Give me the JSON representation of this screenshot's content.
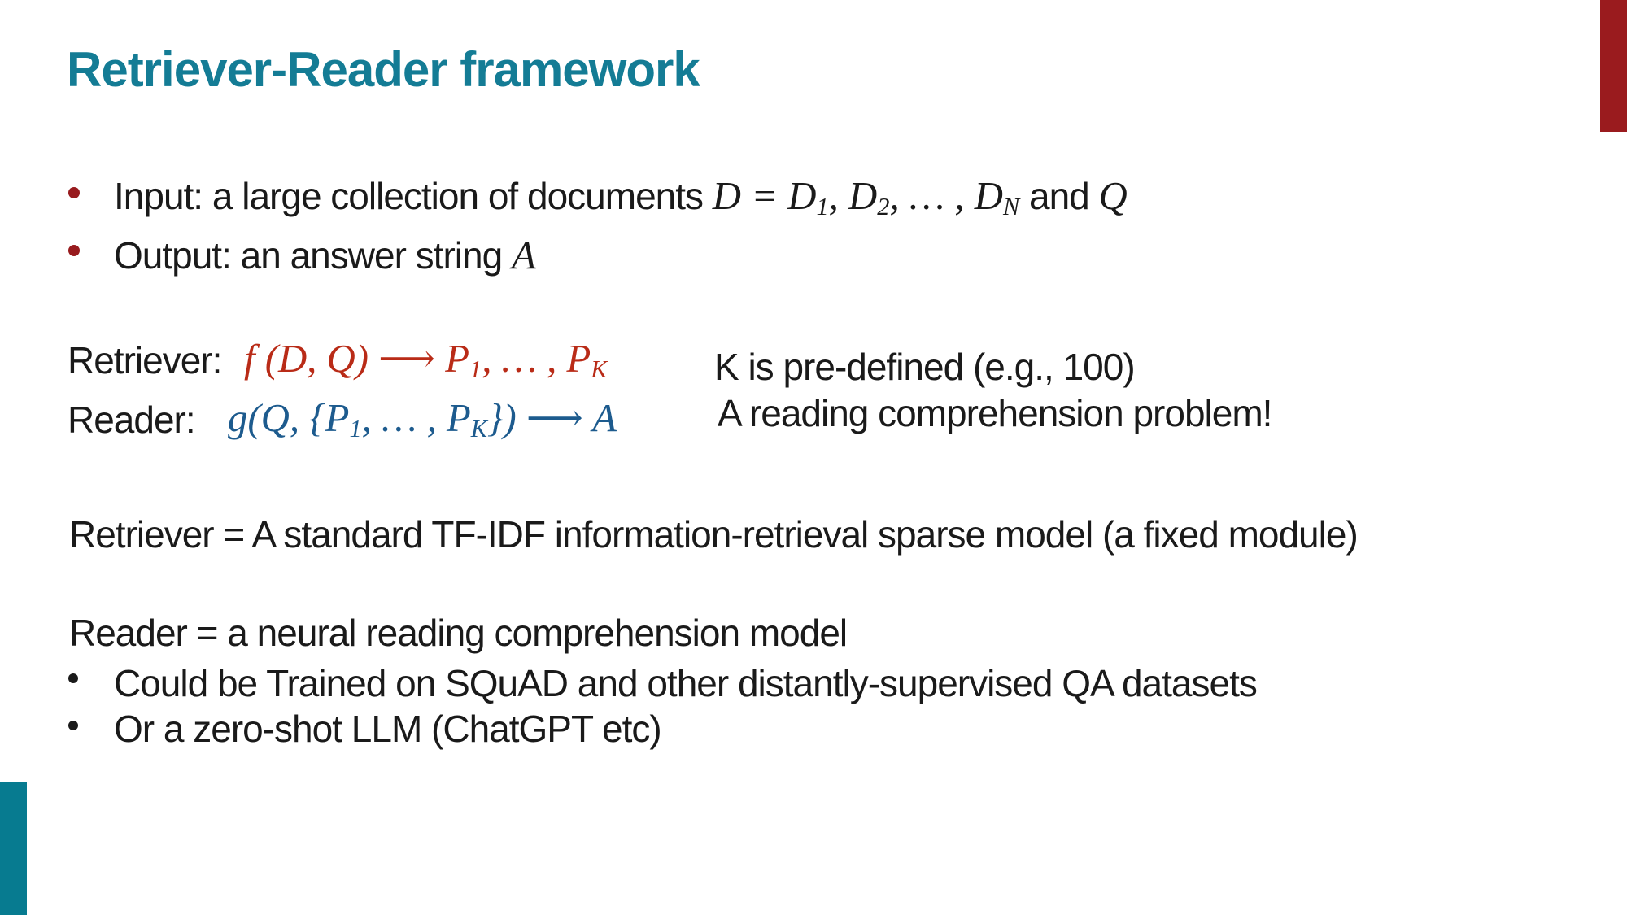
{
  "slide": {
    "title": "Retriever-Reader framework",
    "colors": {
      "title_teal": "#147c95",
      "teal_bar": "#077b90",
      "dark_red_bar": "#9a1b1e",
      "red_bullet": "#981b1e",
      "formula_red": "#b92b17",
      "formula_blue": "#1d5b8e",
      "body_text": "#1a1a1a"
    },
    "top_bullets": [
      {
        "segments": [
          {
            "c": "t",
            "v": "Input: a large collection of documents "
          },
          {
            "c": "m",
            "v": "D = D"
          },
          {
            "c": "ms",
            "v": "1"
          },
          {
            "c": "m",
            "v": ", D"
          },
          {
            "c": "ms",
            "v": "2"
          },
          {
            "c": "m",
            "v": ", … , D"
          },
          {
            "c": "ms",
            "v": "N"
          },
          {
            "c": "t",
            "v": " and "
          },
          {
            "c": "m",
            "v": "Q"
          }
        ]
      },
      {
        "segments": [
          {
            "c": "t",
            "v": "Output: an answer string "
          },
          {
            "c": "m",
            "v": "A"
          }
        ]
      }
    ],
    "retriever_label": "Retriever:",
    "retriever_formula": {
      "segments": [
        {
          "c": "m",
          "v": "f (D, Q) ⟶ P"
        },
        {
          "c": "ms",
          "v": "1"
        },
        {
          "c": "m",
          "v": ", … , P"
        },
        {
          "c": "ms",
          "v": "K"
        }
      ]
    },
    "reader_label": "Reader:",
    "reader_formula": {
      "segments": [
        {
          "c": "m",
          "v": "g(Q, {P"
        },
        {
          "c": "ms",
          "v": "1"
        },
        {
          "c": "m",
          "v": ", … , P"
        },
        {
          "c": "ms",
          "v": "K"
        },
        {
          "c": "m",
          "v": "}) ⟶ A"
        }
      ]
    },
    "side_notes": [
      "K is pre-defined (e.g., 100)",
      "A reading comprehension problem!"
    ],
    "retriever_definition": "Retriever = A standard TF-IDF information-retrieval sparse model (a fixed module)",
    "reader_definition": "Reader = a neural reading comprehension model",
    "reader_bullets": [
      "Could be Trained on SQuAD and other distantly-supervised QA datasets",
      "Or a zero-shot LLM (ChatGPT etc)"
    ]
  }
}
